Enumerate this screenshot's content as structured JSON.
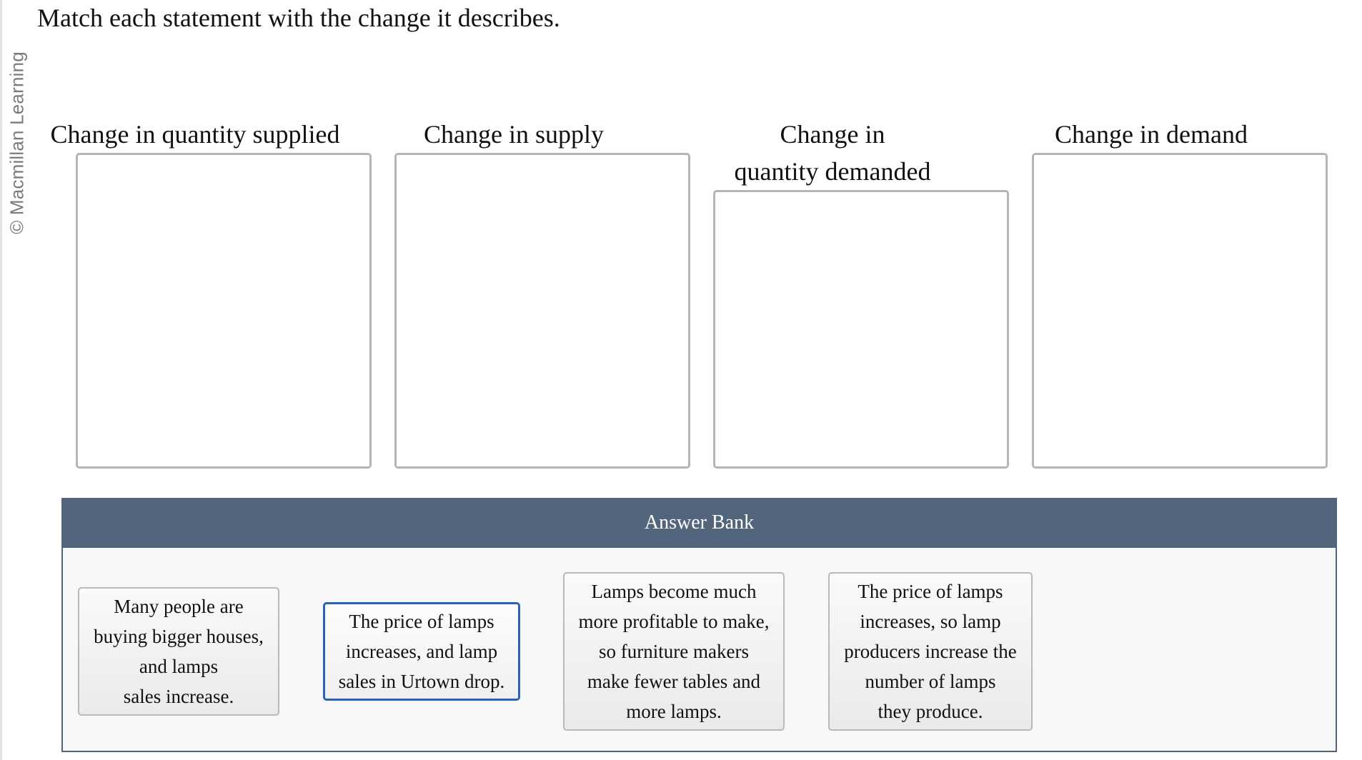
{
  "watermark": "© Macmillan Learning",
  "prompt": "Match each statement with the change it describes.",
  "targets": [
    {
      "label": "Change in quantity supplied"
    },
    {
      "label": "Change in supply"
    },
    {
      "label_line1": "Change in",
      "label_line2": "quantity demanded"
    },
    {
      "label": "Change in demand"
    }
  ],
  "answer_bank": {
    "title": "Answer Bank",
    "cards": [
      {
        "lines": [
          "Many people are",
          "buying bigger houses,",
          "and lamps",
          "sales increase."
        ]
      },
      {
        "lines": [
          "The price of lamps",
          "increases, and lamp",
          "sales in Urtown drop."
        ],
        "selected": true
      },
      {
        "lines": [
          "Lamps become much",
          "more profitable to make,",
          "so furniture makers",
          "make fewer tables and",
          "more lamps."
        ]
      },
      {
        "lines": [
          "The price of lamps",
          "increases, so lamp",
          "producers increase the",
          "number of lamps",
          "they produce."
        ]
      }
    ]
  },
  "colors": {
    "bank_header": "#53657c",
    "selected_border": "#2a62b8",
    "box_border": "#b5b5b5"
  }
}
